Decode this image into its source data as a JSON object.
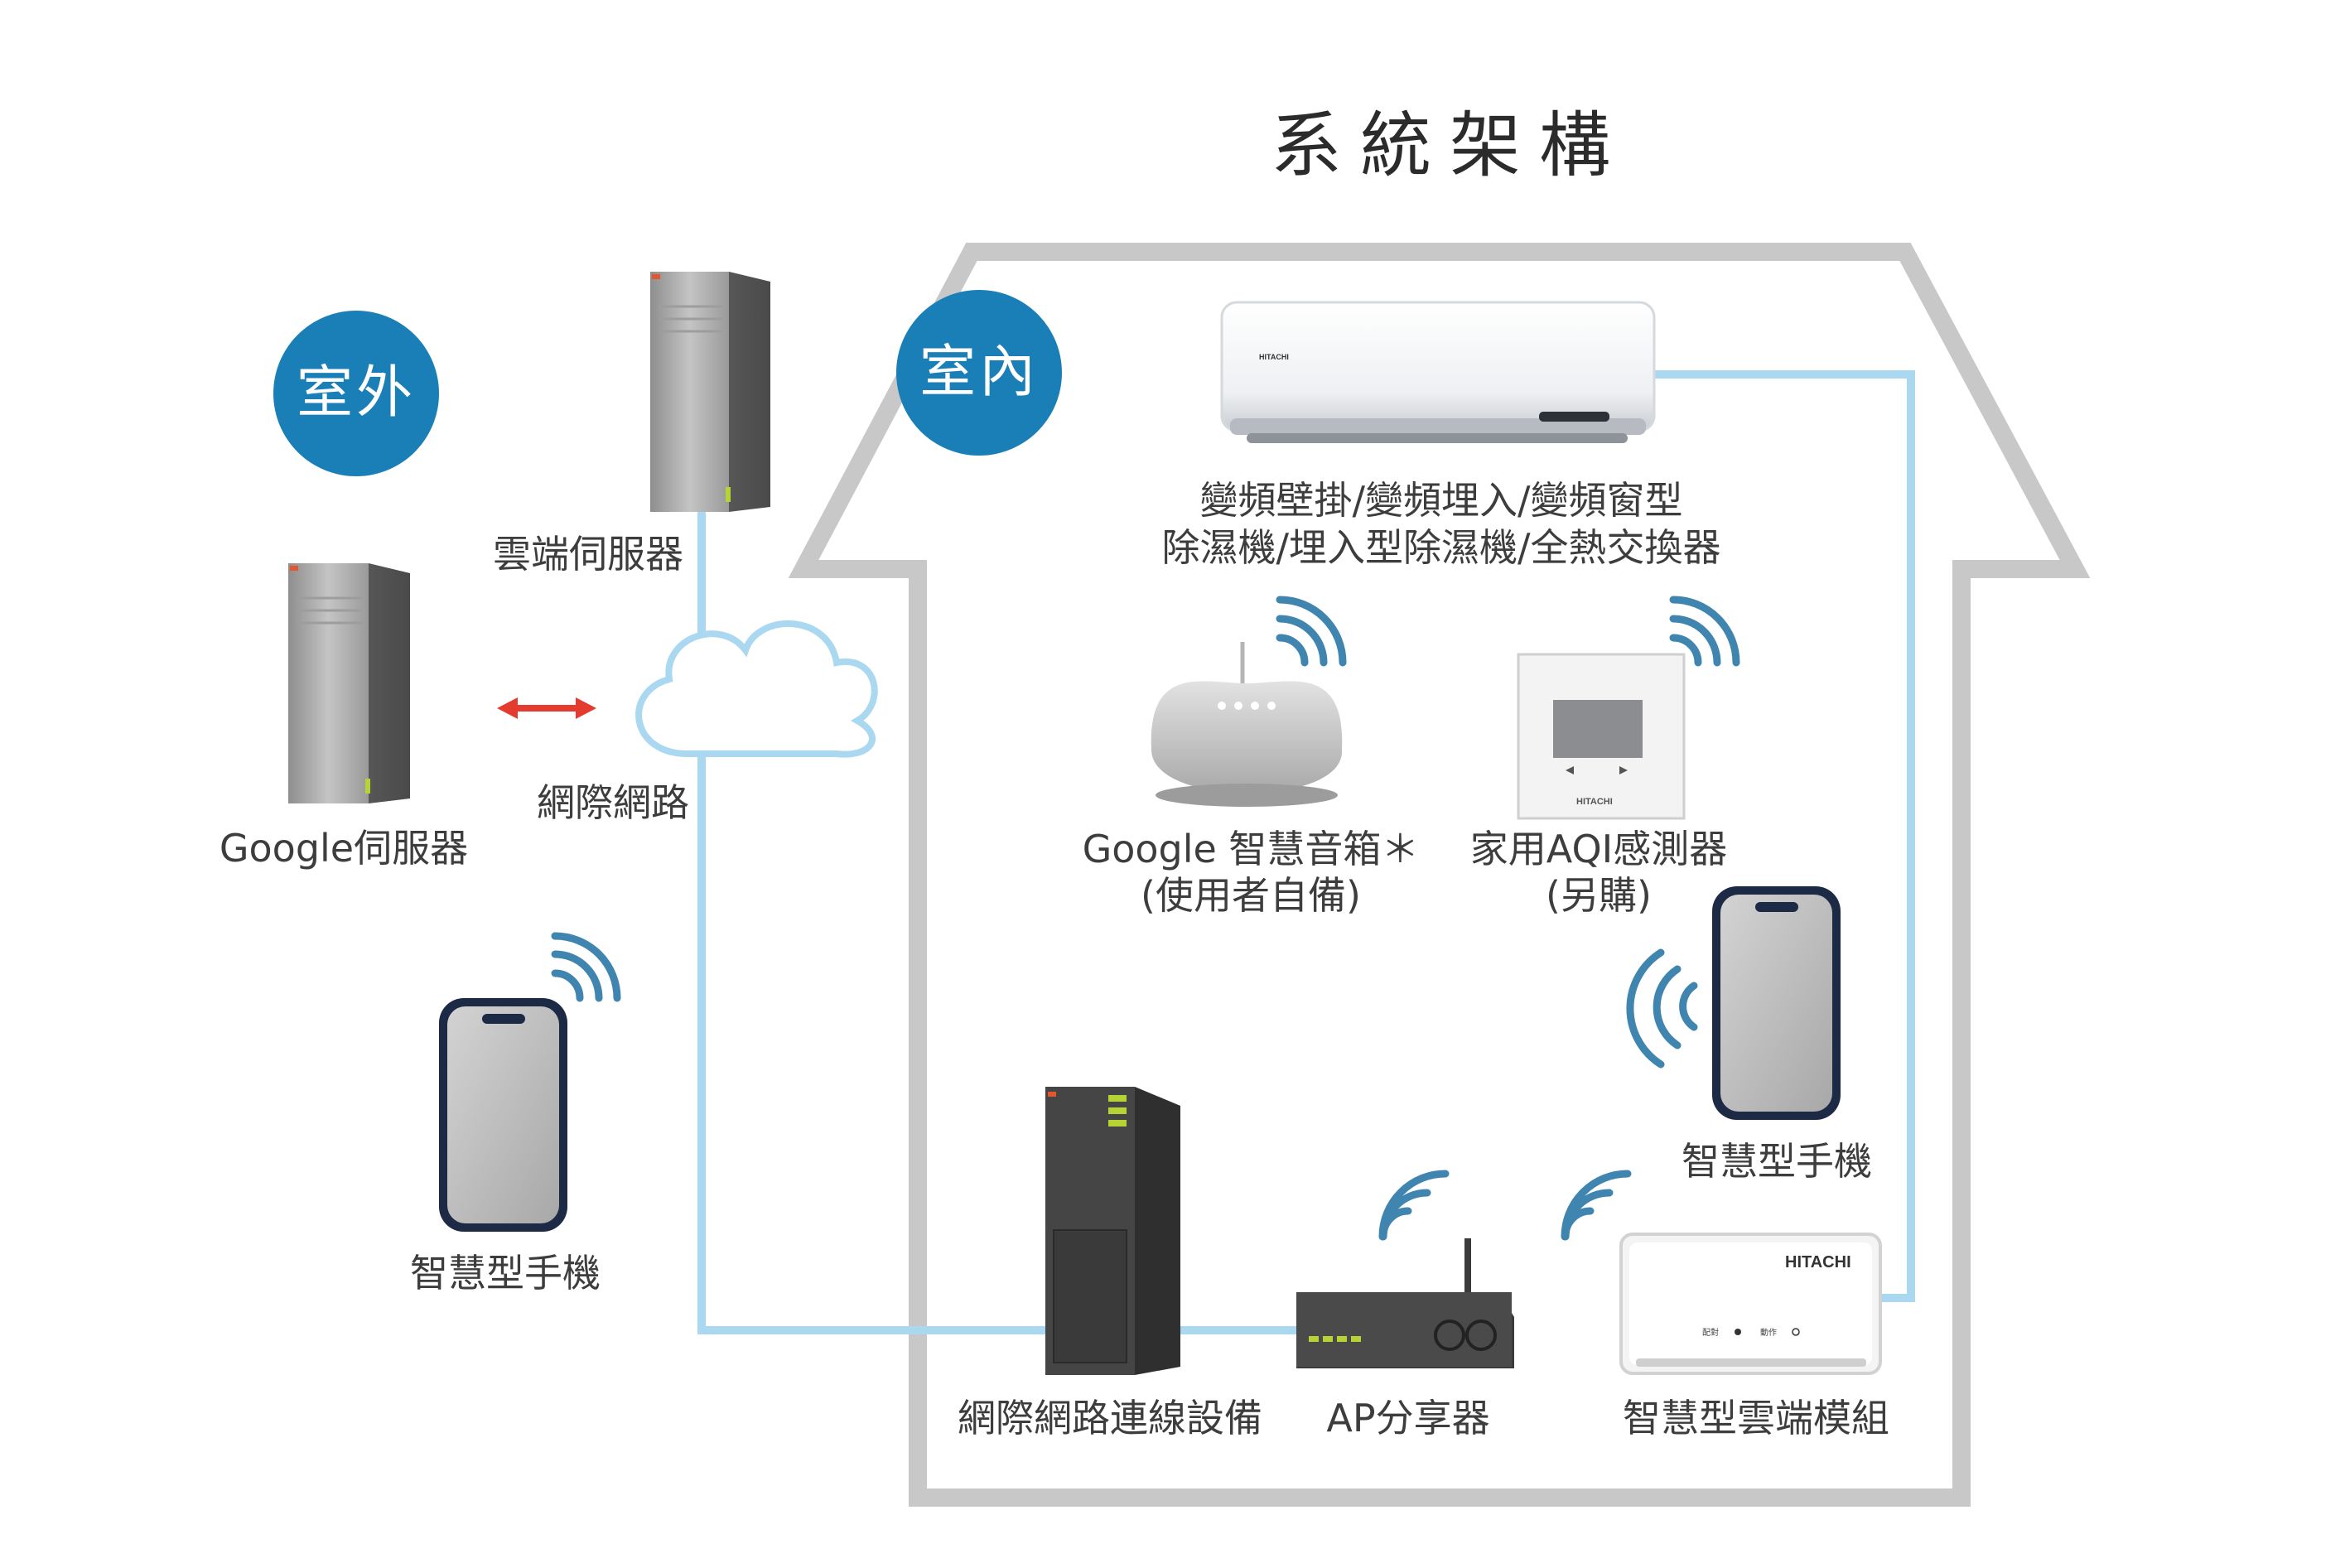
{
  "title": "系統架構",
  "zones": {
    "outdoor": "室外",
    "indoor": "室內"
  },
  "labels": {
    "cloud_server": "雲端伺服器",
    "google_server": "Google伺服器",
    "internet": "網際網路",
    "phone_outdoor": "智慧型手機",
    "ac_line1": "變頻壁掛/變頻埋入/變頻窗型",
    "ac_line2": "除濕機/埋入型除濕機/全熱交換器",
    "speaker_line1": "Google 智慧音箱＊",
    "speaker_line2": "(使用者自備)",
    "aqi_line1": "家用AQI感測器",
    "aqi_line2": "(另購)",
    "phone_indoor": "智慧型手機",
    "modem": "網際網路連線設備",
    "router": "AP分享器",
    "cloud_module": "智慧型雲端模組"
  },
  "device_text": {
    "brand": "HITACHI",
    "module_pair": "配對",
    "module_action": "動作"
  },
  "colors": {
    "badge": "#1a7fb7",
    "link": "#a9d8f0",
    "house_outline": "#c8c8c8",
    "wifi": "#3f85b0",
    "arrow": "#e33b2e"
  }
}
